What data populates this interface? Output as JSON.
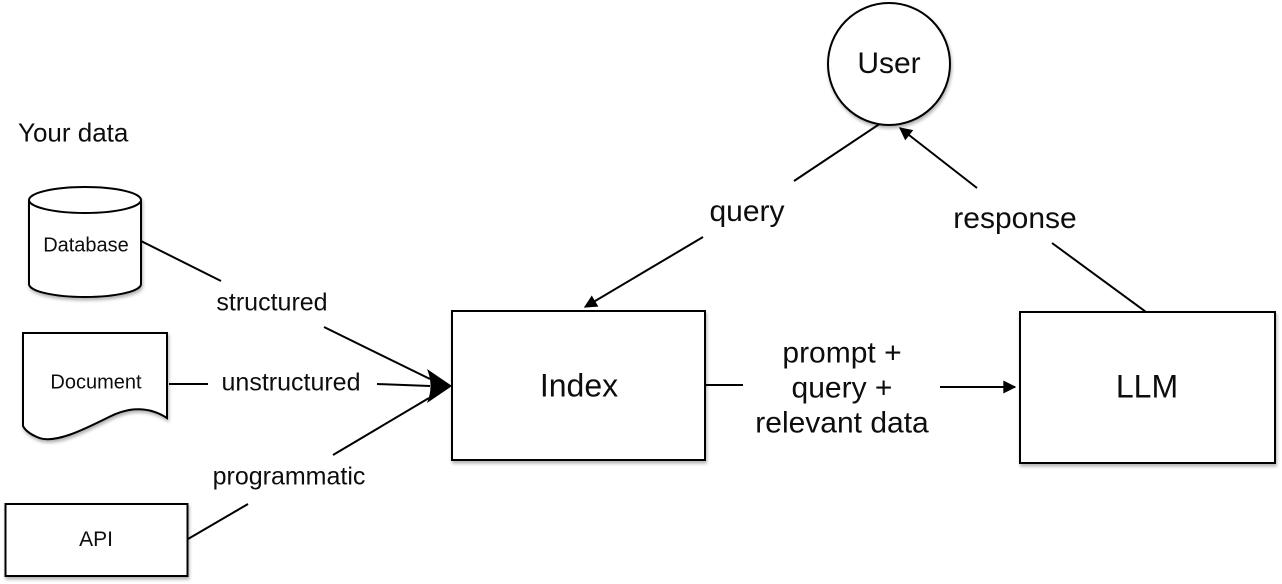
{
  "diagram": {
    "title": "Your data",
    "colors": {
      "background": "#ffffff",
      "stroke": "#000000",
      "text": "#0d0d0d",
      "shape_fill": "#ffffff"
    },
    "nodes": {
      "user": {
        "label": "User",
        "shape": "circle"
      },
      "database": {
        "label": "Database",
        "shape": "cylinder"
      },
      "document": {
        "label": "Document",
        "shape": "document"
      },
      "api": {
        "label": "API",
        "shape": "rectangle"
      },
      "index": {
        "label": "Index",
        "shape": "rectangle"
      },
      "llm": {
        "label": "LLM",
        "shape": "rectangle"
      }
    },
    "edges": {
      "structured": {
        "label": "structured",
        "from": "database",
        "to": "index"
      },
      "unstructured": {
        "label": "unstructured",
        "from": "document",
        "to": "index"
      },
      "programmatic": {
        "label": "programmatic",
        "from": "api",
        "to": "index"
      },
      "query": {
        "label": "query",
        "from": "user",
        "to": "index"
      },
      "response": {
        "label": "response",
        "from": "llm",
        "to": "user"
      },
      "prompt": {
        "lines": [
          "prompt +",
          "query +",
          "relevant data"
        ],
        "from": "index",
        "to": "llm"
      }
    }
  }
}
